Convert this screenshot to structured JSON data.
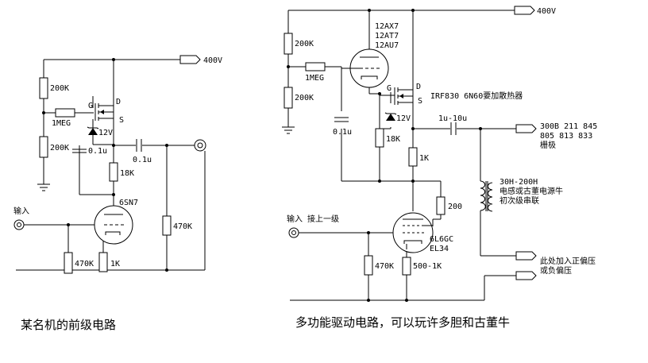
{
  "left": {
    "supply": "400V",
    "r_top": "200K",
    "r_bottom": "200K",
    "r_gate": "1MEG",
    "gate": "G",
    "drain": "D",
    "source": "S",
    "zener": "12V",
    "cap_bias": "0.1u",
    "r_source": "18K",
    "cap_out": "0.1u",
    "tube": "6SN7",
    "input": "输入",
    "r_grid": "470K",
    "r_cathode": "1K",
    "r_load": "470K",
    "caption": "某名机的前级电路"
  },
  "right": {
    "supply": "400V",
    "tube_line1": "12AX7",
    "tube_line2": "12AT7",
    "tube_line3": "12AU7",
    "r_top": "200K",
    "r_gate": "1MEG",
    "r_bottom": "200K",
    "gate": "G",
    "drain": "D",
    "source": "S",
    "mosfet": "IRF830 6N60要加散热器",
    "zener": "12V",
    "cap_bias": "0.1u",
    "r_source": "18K",
    "cap_out": "1u-10u",
    "out_line1": "300B 211 845",
    "out_line2": "805 813 833",
    "out_line3": "栅极",
    "r_mid": "1K",
    "choke_line1": "30H-200H",
    "choke_line2": "电感或古董电源牛",
    "choke_line3": "初次级串联",
    "r_screen": "200",
    "input": "输入 接上一级",
    "tube_power1": "6L6GC",
    "tube_power2": "EL34",
    "r_grid": "470K",
    "r_cathode": "500-1K",
    "bias_line1": "此处加入正偏压",
    "bias_line2": "或负偏压",
    "caption": "多功能驱动电路，可以玩许多胆和古董牛"
  }
}
